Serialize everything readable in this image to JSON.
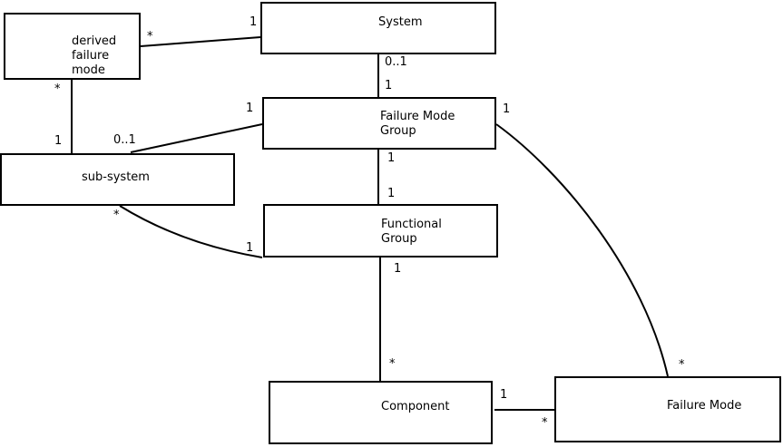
{
  "diagram": {
    "background_color": "#ffffff",
    "line_color": "#000000",
    "text_color": "#000000",
    "entities": {
      "derived_failure_mode": {
        "name": "derived failure mode",
        "lines": [
          "derived",
          "failure",
          "mode"
        ]
      },
      "system": {
        "name": "System",
        "lines": [
          "System"
        ]
      },
      "failure_mode_group": {
        "name": "Failure Mode Group",
        "lines": [
          "Failure Mode",
          "Group"
        ]
      },
      "sub_system": {
        "name": "sub-system",
        "lines": [
          "sub-system"
        ]
      },
      "functional_group": {
        "name": "Functional Group",
        "lines": [
          "Functional",
          "Group"
        ]
      },
      "component": {
        "name": "Component",
        "lines": [
          "Component"
        ]
      },
      "failure_mode": {
        "name": "Failure Mode",
        "lines": [
          "Failure Mode"
        ]
      }
    },
    "associations": [
      {
        "from": "derived failure mode",
        "to": "System",
        "from_mult": "*",
        "to_mult": "1"
      },
      {
        "from": "System",
        "to": "Failure Mode Group",
        "from_mult": "0..1",
        "to_mult": "1"
      },
      {
        "from": "derived failure mode",
        "to": "sub-system",
        "from_mult": "*",
        "to_mult": "1"
      },
      {
        "from": "sub-system",
        "to": "Failure Mode Group",
        "from_mult": "0..1",
        "to_mult": "1"
      },
      {
        "from": "Failure Mode Group",
        "to": "Functional Group",
        "from_mult": "1",
        "to_mult": "1"
      },
      {
        "from": "sub-system",
        "to": "Functional Group",
        "from_mult": "*",
        "to_mult": "1"
      },
      {
        "from": "Functional Group",
        "to": "Component",
        "from_mult": "1",
        "to_mult": "*"
      },
      {
        "from": "Component",
        "to": "Failure Mode",
        "from_mult": "1",
        "to_mult": "*"
      },
      {
        "from": "Failure Mode Group",
        "to": "Failure Mode",
        "from_mult": "1",
        "to_mult": "*"
      }
    ]
  }
}
